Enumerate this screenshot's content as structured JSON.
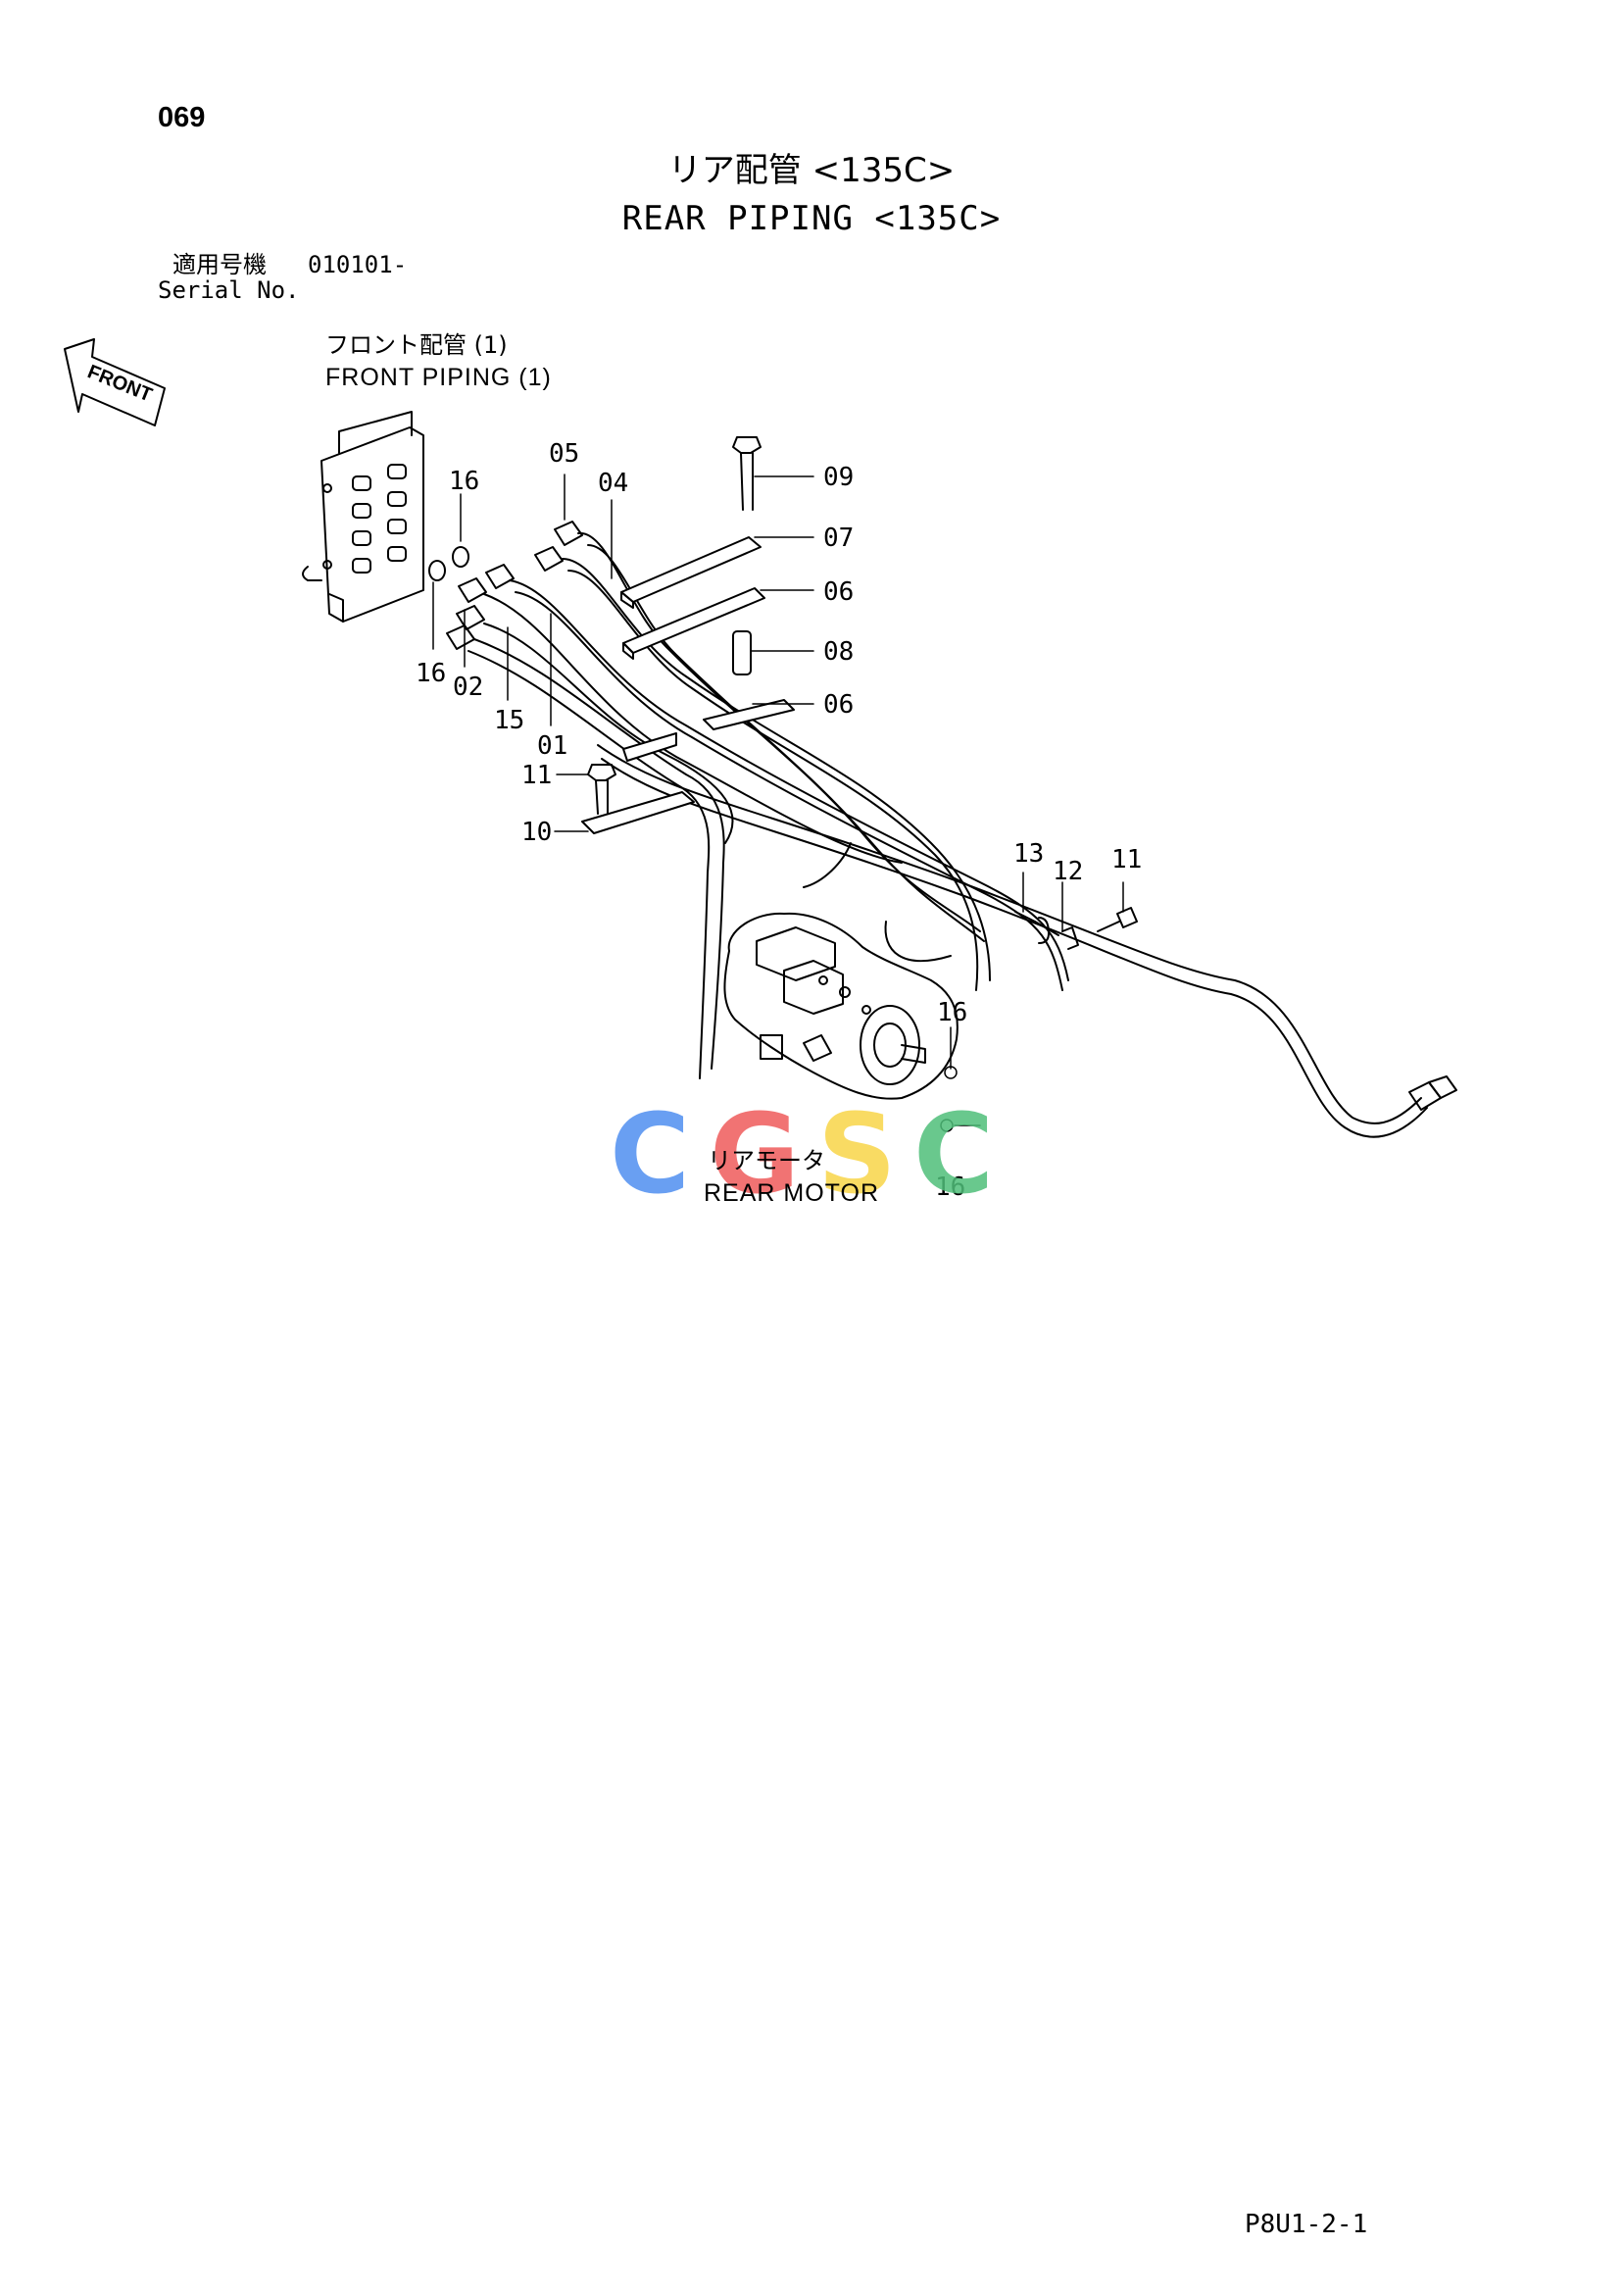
{
  "page_number": "069",
  "title": {
    "japanese": "リア配管 <135C>",
    "english": "REAR PIPING <135C>"
  },
  "serial": {
    "label_ja": "適用号機",
    "value": "010101-",
    "label_en": "Serial No."
  },
  "front_piping_ref": {
    "japanese": "フロント配管 (1)",
    "english": "FRONT PIPING (1)"
  },
  "rear_motor_ref": {
    "japanese": "リアモータ",
    "english": "REAR MOTOR"
  },
  "direction_arrow": "FRONT",
  "callouts": {
    "c01": "01",
    "c02": "02",
    "c04": "04",
    "c05": "05",
    "c06a": "06",
    "c06b": "06",
    "c07": "07",
    "c08": "08",
    "c09": "09",
    "c10": "10",
    "c11a": "11",
    "c11b": "11",
    "c12": "12",
    "c13": "13",
    "c15": "15",
    "c16a": "16",
    "c16b": "16",
    "c16c": "16",
    "c16d": "16"
  },
  "watermark": {
    "letters": [
      "C",
      "G",
      "S",
      "C"
    ],
    "colors": [
      "#4f8ff0",
      "#ef5b5b",
      "#f9d548",
      "#4fbf7a"
    ]
  },
  "document_code": "P8U1-2-1",
  "colors": {
    "line": "#000000",
    "background": "#ffffff"
  }
}
